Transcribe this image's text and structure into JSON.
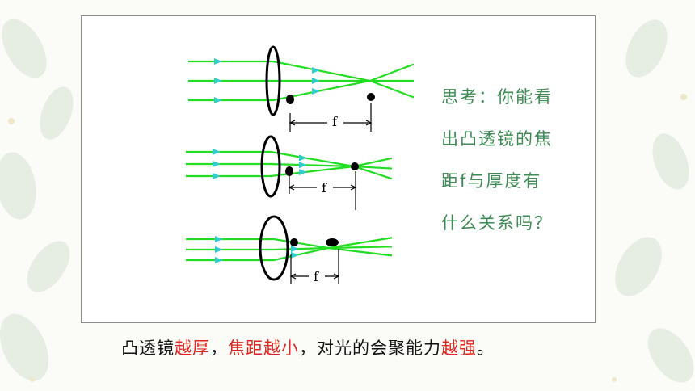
{
  "question": {
    "line1": "思考：你能看",
    "line2": "出凸透镜的焦",
    "line3": "距f与厚度有",
    "line4": "什么关系吗？"
  },
  "diagram": {
    "focal_label": "f",
    "colors": {
      "ray": "#22dd22",
      "arrow": "#33cccc",
      "lens": "#000000",
      "highlight": "#e0231c",
      "question_text": "#3e8a55"
    }
  },
  "caption": {
    "p1": "凸透镜",
    "p2": "越厚",
    "p3": "，",
    "p4": "焦距越小",
    "p5": "，对光的会聚能力",
    "p6": "越强",
    "p7": "。"
  }
}
